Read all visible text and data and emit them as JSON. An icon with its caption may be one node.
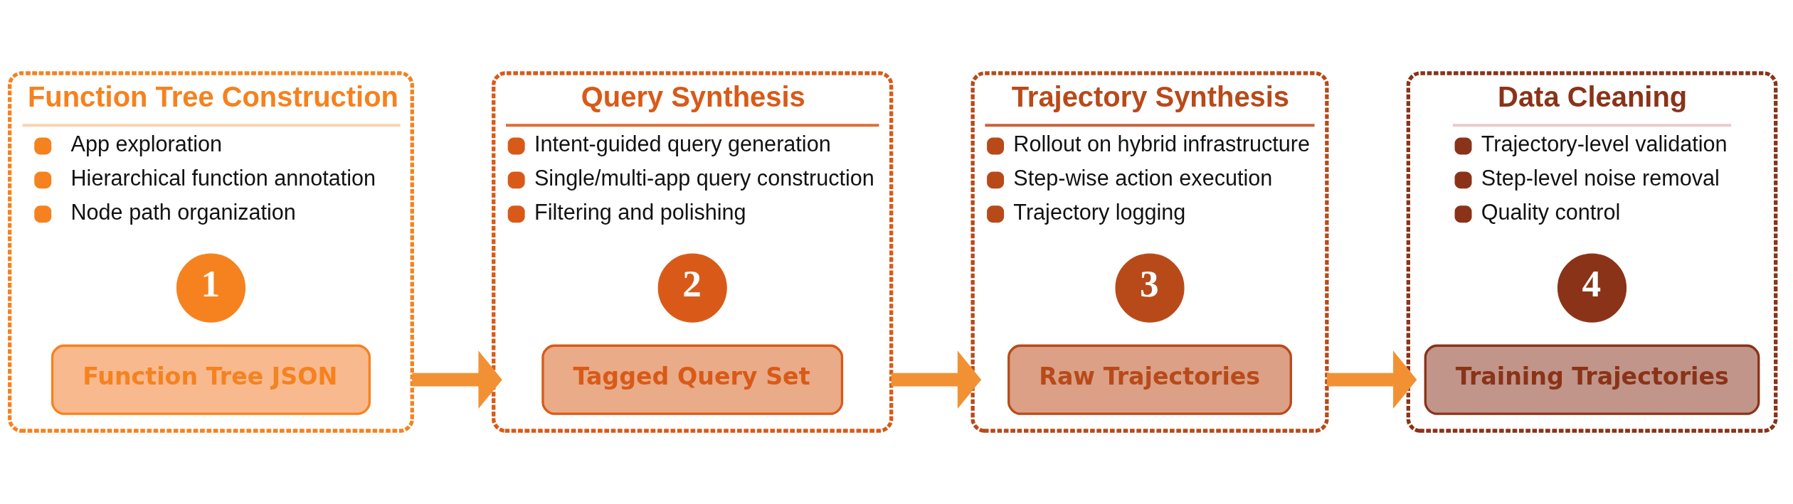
{
  "diagram": {
    "nodes": [
      {
        "text": [
          "Function Tree Construction",
          "App exploration",
          "Hierarchical function annotation",
          "Node path organization"
        ]
      },
      {
        "text": [
          "1"
        ],
        "in": 0
      },
      {
        "text": [
          "Function Tree JSON"
        ],
        "in": 0
      },
      {
        "text": [
          "Query Synthesis",
          "Intent-guided query generation",
          "Single/multi-app query construction",
          "Filtering and polishing"
        ]
      },
      {
        "text": [
          "2"
        ],
        "in": 3
      },
      {
        "text": [
          "Tagged Query Set"
        ],
        "in": 3
      },
      {
        "text": [
          "Trajectory Synthesis",
          "Rollout on hybrid infrastructure",
          "Step-wise action execution",
          "Trajectory logging"
        ]
      },
      {
        "text": [
          "3"
        ],
        "in": 6
      },
      {
        "text": [
          "Raw Trajectories"
        ],
        "in": 6
      },
      {
        "text": [
          "Data Cleaning",
          "Trajectory-level validation",
          "Step-level noise removal",
          "Quality control"
        ]
      },
      {
        "text": [
          "4"
        ],
        "in": 9
      },
      {
        "text": [
          "Training Trajectories"
        ],
        "in": 9
      }
    ],
    "edges": [
      {
        "from": 0,
        "to": 3,
        "arrow": "to"
      },
      {
        "from": 3,
        "to": 6,
        "arrow": "to"
      },
      {
        "from": 6,
        "to": 9,
        "arrow": "to"
      }
    ]
  }
}
